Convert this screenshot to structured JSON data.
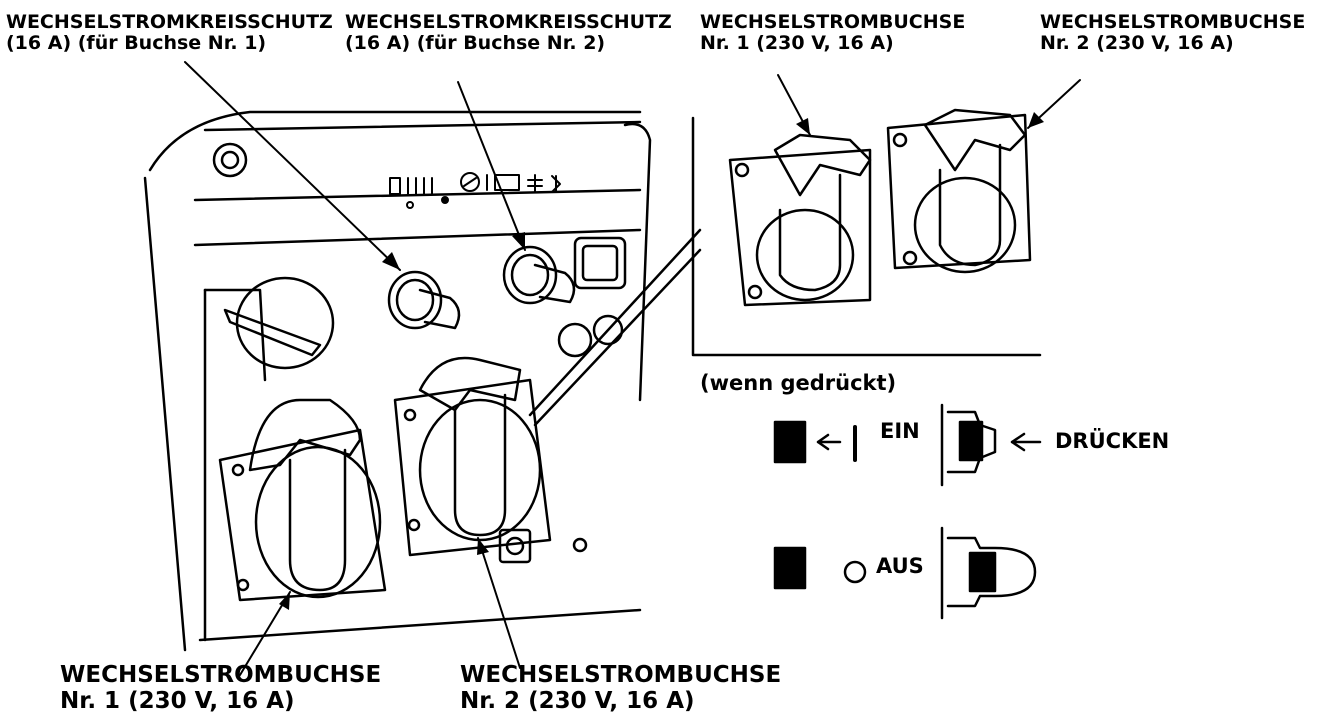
{
  "labels": {
    "breaker_1": {
      "line1": "WECHSELSTROMKREISSCHUTZ",
      "line2": "(16 A) (für Buchse Nr. 1)"
    },
    "breaker_2": {
      "line1": "WECHSELSTROMKREISSCHUTZ",
      "line2": "(16 A) (für Buchse Nr. 2)"
    },
    "socket_1_top": {
      "line1": "WECHSELSTROMBUCHSE",
      "line2": "Nr. 1 (230 V, 16 A)"
    },
    "socket_2_top": {
      "line1": "WECHSELSTROMBUCHSE",
      "line2": "Nr. 2 (230 V, 16 A)"
    },
    "socket_1_bottom": {
      "line1": "WECHSELSTROMBUCHSE",
      "line2": "Nr. 1 (230 V, 16 A)"
    },
    "socket_2_bottom": {
      "line1": "WECHSELSTROMBUCHSE",
      "line2": "Nr. 2 (230 V, 16 A)"
    },
    "when_pressed": "(wenn gedrückt)",
    "on": "EIN",
    "off": "AUS",
    "press": "DRÜCKEN"
  }
}
